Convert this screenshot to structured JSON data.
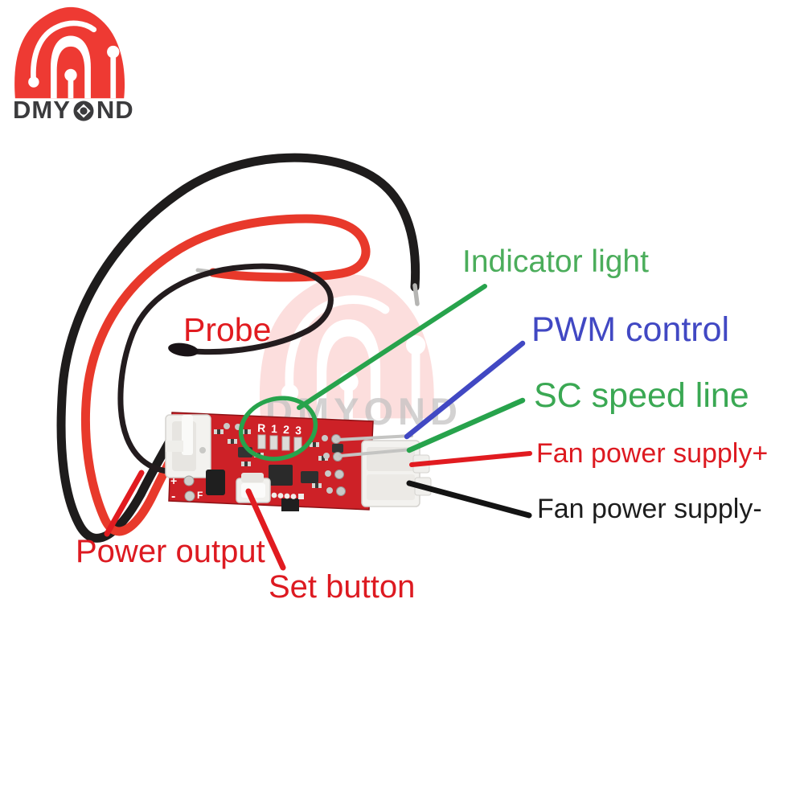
{
  "brand": {
    "part1": "DMY",
    "part2": "ND",
    "name": "DMYOND"
  },
  "watermark": {
    "text": "DMYOND"
  },
  "annotations": {
    "probe": {
      "label": "Probe",
      "color": "#e11b20"
    },
    "indicator_light": {
      "label": "Indicator light",
      "color": "#4bad5b"
    },
    "pwm_control": {
      "label": "PWM control",
      "color": "#4148c3"
    },
    "sc_speed_line": {
      "label": "SC speed line",
      "color": "#3aa853"
    },
    "fan_power_plus": {
      "label": "Fan power supply+",
      "color": "#dd1a21"
    },
    "fan_power_minus": {
      "label": "Fan power supply-",
      "color": "#1d1d1d"
    },
    "power_output": {
      "label": "Power output",
      "color": "#dd1a21"
    },
    "set_button": {
      "label": "Set button",
      "color": "#dd1a21"
    }
  },
  "board": {
    "led_labels": [
      "R",
      "1",
      "2",
      "3"
    ],
    "marking_plus": "+",
    "marking_minus": "-",
    "marking_f": "F"
  },
  "colors": {
    "line_green": "#27a34c",
    "line_blue": "#4148c3",
    "line_red": "#e11b20",
    "line_black": "#141414",
    "circle_green": "#27a34c",
    "pcb_red": "#cd2127",
    "pcb_edge": "#8e1216",
    "logo_red": "#ee3a33",
    "logo_text": "#3b3b3d",
    "watermark_gray": "#c5c3c3",
    "wire_red": "#e8392b",
    "wire_black": "#1e1c1c"
  }
}
